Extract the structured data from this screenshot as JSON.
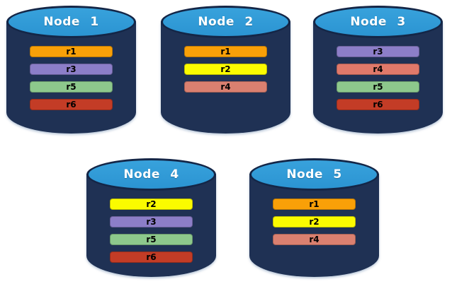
{
  "canvas": {
    "background": "#FFFFFF"
  },
  "palette": {
    "cylinder_body": "#1F3154",
    "cylinder_top": "#2E9AD6",
    "cylinder_outline": "#142647",
    "node_label_color": "#FFFFFF",
    "bar_text_color": "#000000",
    "replica_colors": {
      "r1": "#F9A008",
      "r2": "#FBFB00",
      "r3": "#8C7EC8",
      "r4": "#DA8070",
      "r5": "#8DC88C",
      "r6": "#C33C26"
    }
  },
  "nodes": [
    {
      "label": "Node 1",
      "replicas": [
        {
          "id": "r1",
          "color": "#F9A008"
        },
        {
          "id": "r3",
          "color": "#8C7EC8"
        },
        {
          "id": "r5",
          "color": "#8DC88C"
        },
        {
          "id": "r6",
          "color": "#C33C26"
        }
      ]
    },
    {
      "label": "Node 2",
      "replicas": [
        {
          "id": "r1",
          "color": "#F9A008"
        },
        {
          "id": "r2",
          "color": "#FBFB00"
        },
        {
          "id": "r4",
          "color": "#DA8070"
        }
      ]
    },
    {
      "label": "Node 3",
      "replicas": [
        {
          "id": "r3",
          "color": "#8C7EC8"
        },
        {
          "id": "r4",
          "color": "#E0796A"
        },
        {
          "id": "r5",
          "color": "#8DC88C"
        },
        {
          "id": "r6",
          "color": "#C33C26"
        }
      ]
    },
    {
      "label": "Node 4",
      "replicas": [
        {
          "id": "r2",
          "color": "#FBFB00"
        },
        {
          "id": "r3",
          "color": "#8C7EC8"
        },
        {
          "id": "r5",
          "color": "#8DC88C"
        },
        {
          "id": "r6",
          "color": "#C33C26"
        }
      ]
    },
    {
      "label": "Node 5",
      "replicas": [
        {
          "id": "r1",
          "color": "#F9A008"
        },
        {
          "id": "r2",
          "color": "#FBFB00"
        },
        {
          "id": "r4",
          "color": "#DA8070"
        }
      ]
    }
  ]
}
